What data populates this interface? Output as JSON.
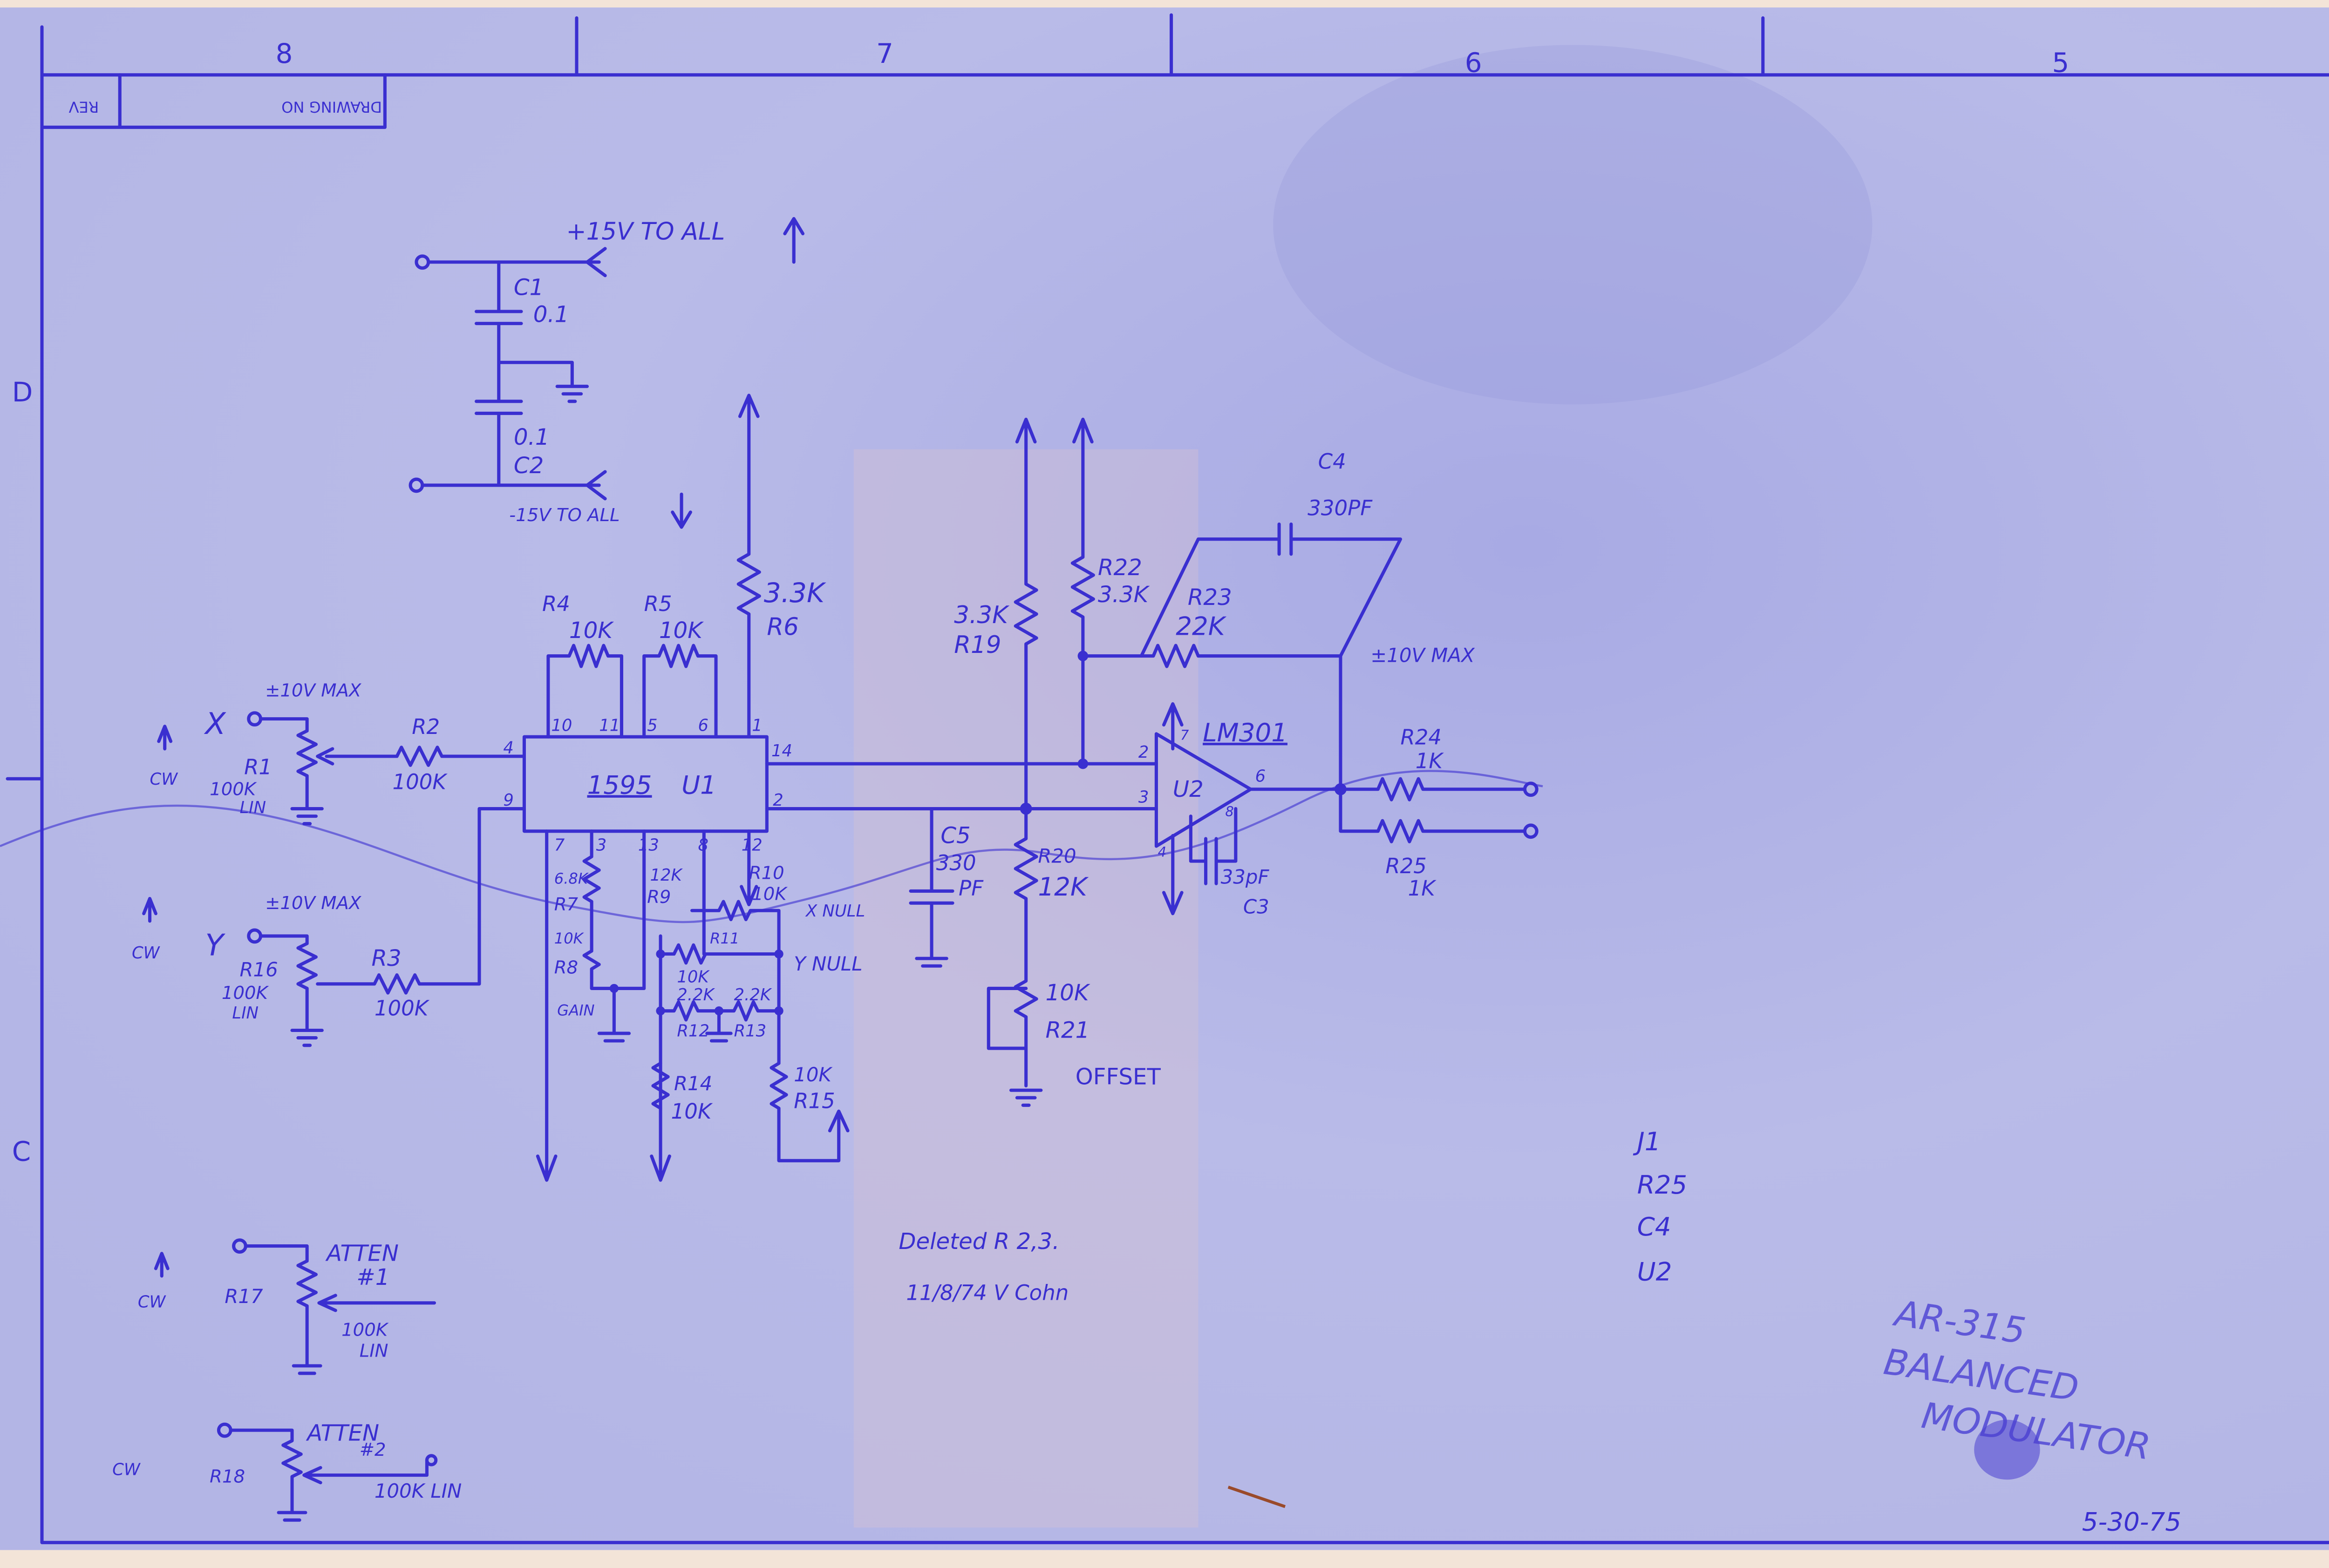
{
  "frame": {
    "zones": [
      "8",
      "7",
      "6",
      "5"
    ],
    "rows": [
      "D",
      "C"
    ],
    "title_box": {
      "drawing_no": "DRAWING NO",
      "rev": "REV"
    }
  },
  "power": {
    "plus": "+15V TO ALL",
    "minus": "-15V TO ALL",
    "c1_ref": "C1",
    "c1_val": "0.1",
    "c2_ref": "C2",
    "c2_val": "0.1"
  },
  "u1": {
    "part": "1595",
    "ref": "U1",
    "pins": {
      "p10": "10",
      "p11": "11",
      "p5": "5",
      "p6": "6",
      "p1": "1",
      "p14": "14",
      "p2": "2",
      "p4": "4",
      "p9": "9",
      "p7": "7",
      "p3": "3",
      "p13": "13",
      "p8": "8",
      "p12": "12"
    }
  },
  "u2": {
    "part": "LM301",
    "ref": "U2",
    "pins": {
      "p2": "2",
      "p3": "3",
      "p6": "6",
      "p7": "7",
      "p4": "4",
      "p8": "8"
    }
  },
  "parts": {
    "r4_ref": "R4",
    "r4_val": "10K",
    "r5_ref": "R5",
    "r5_val": "10K",
    "r6_ref": "R6",
    "r6_val": "3.3K",
    "r19_ref": "R19",
    "r19_val": "3.3K",
    "r22_ref": "R22",
    "r22_val": "3.3K",
    "r23_ref": "R23",
    "r23_val": "22K",
    "c4_ref": "C4",
    "c4_val": "330PF",
    "out_max": "±10V MAX",
    "r24_ref": "R24",
    "r24_val": "1K",
    "r25_ref": "R25",
    "r25_val": "1K",
    "c3_ref": "C3",
    "c3_val": "33pF",
    "c5_ref": "C5",
    "c5_val1": "330",
    "c5_val2": "PF",
    "r20_ref": "R20",
    "r20_val": "12K",
    "r21_ref": "R21",
    "r21_val": "10K",
    "offset": "OFFSET",
    "r7_ref": "R7",
    "r7_val": "6.8K",
    "r8_ref": "R8",
    "r8_val": "10K",
    "gain": "GAIN",
    "r9_ref": "R9",
    "r9_val": "12K",
    "r10_ref": "R10",
    "r10_val": "10K",
    "xnull": "X NULL",
    "r11_ref": "R11",
    "r11_val": "10K",
    "ynull": "Y NULL",
    "r12_ref": "R12",
    "r12_val": "2.2K",
    "r13_ref": "R13",
    "r13_val": "2.2K",
    "r14_ref": "R14",
    "r14_val": "10K",
    "r15_ref": "R15",
    "r15_val": "10K"
  },
  "inputs": {
    "x_label": "X",
    "x_max": "±10V MAX",
    "r1_ref": "R1",
    "r1_val": "100K",
    "r1_lin": "LIN",
    "cw": "CW",
    "r2_ref": "R2",
    "r2_val": "100K",
    "y_label": "Y",
    "y_max": "±10V MAX",
    "r16_ref": "R16",
    "r16_val": "100K",
    "r16_lin": "LIN",
    "r3_ref": "R3",
    "r3_val": "100K"
  },
  "atten": {
    "a1_title": "ATTEN",
    "a1_num": "#1",
    "r17_ref": "R17",
    "r17_val": "100K",
    "r17_lin": "LIN",
    "a2_title": "ATTEN",
    "a2_num": "#2",
    "r18_ref": "R18",
    "r18_val": "100K LIN"
  },
  "notes": {
    "deleted": "Deleted R 2,3.",
    "deleted_date": "11/8/74 V Cohn",
    "list": [
      "J1",
      "R25",
      "C4",
      "U2"
    ],
    "title1": "AR-315",
    "title2": "BALANCED",
    "title3": "MODULATOR",
    "date": "5-30-75"
  },
  "colors": {
    "ink": "#3a2fd0",
    "paper": "#b7b8e6"
  }
}
